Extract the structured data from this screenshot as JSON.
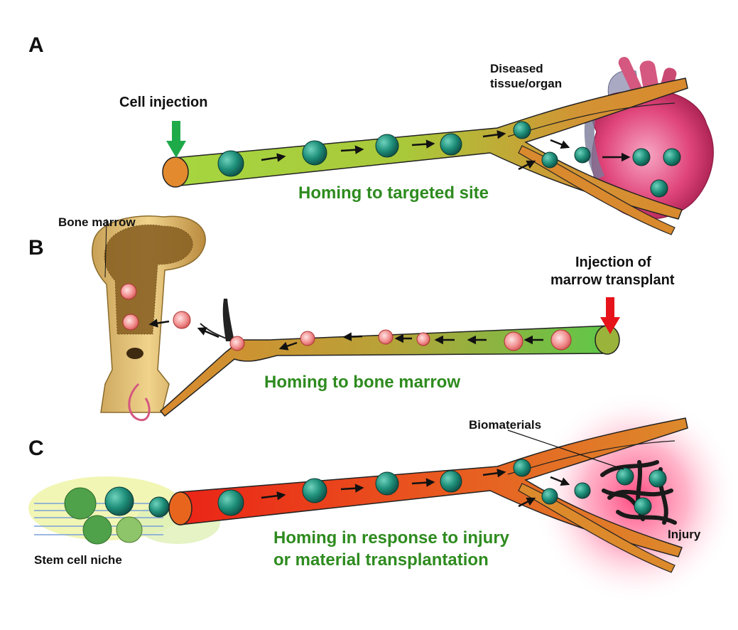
{
  "panels": {
    "a": {
      "letter": "A",
      "cell_injection": "Cell injection",
      "diseased_line1": "Diseased",
      "diseased_line2": "tissue/organ",
      "homing": "Homing to targeted site"
    },
    "b": {
      "letter": "B",
      "bone_marrow": "Bone marrow",
      "injection_line1": "Injection of",
      "injection_line2": "marrow transplant",
      "homing": "Homing to bone marrow"
    },
    "c": {
      "letter": "C",
      "biomaterials": "Biomaterials",
      "injury": "Injury",
      "stem_cell_niche": "Stem cell niche",
      "homing_line1": "Homing in response to injury",
      "homing_line2": "or material transplantation"
    }
  },
  "colors": {
    "vessel_green": "#9acd3a",
    "vessel_orange": "#d9892e",
    "vessel_red": "#e8271a",
    "title_green": "#2e8b1f",
    "stem_cell": "#1e8f7a",
    "marrow_cell": "#f08a8a",
    "heart_pink": "#e0457a",
    "injection_green": "#1faa4a",
    "injection_red": "#e6141a"
  }
}
